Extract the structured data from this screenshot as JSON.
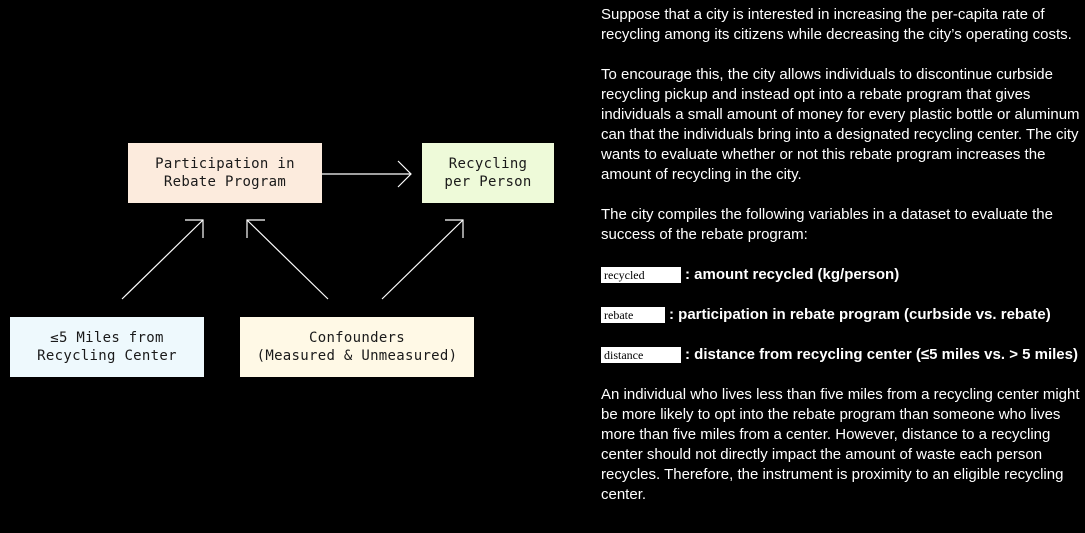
{
  "diagram": {
    "nodes": {
      "rebate": [
        "Participation in",
        "Rebate Program"
      ],
      "recycling": [
        "Recycling",
        "per Person"
      ],
      "distance": [
        "≤5 Miles from",
        "Recycling Center"
      ],
      "confounders": [
        "Confounders",
        "(Measured & Unmeasured)"
      ]
    },
    "edges": [
      {
        "from": "rebate",
        "to": "recycling"
      },
      {
        "from": "distance",
        "to": "rebate"
      },
      {
        "from": "confounders",
        "to": "rebate"
      },
      {
        "from": "confounders",
        "to": "recycling"
      }
    ]
  },
  "text": {
    "p1": "Suppose that a city is interested in increasing the per-capita rate of recycling among its citizens while decreasing the city’s operating costs.",
    "p2": "To encourage this, the city allows individuals to discontinue curbside recycling pickup and instead opt into a rebate program that gives individuals a small amount of money for every plastic bottle or aluminum can that the individuals bring into a designated recycling center. The city wants to evaluate whether or not this rebate program increases the amount of recycling in the city.",
    "p3": "The city compiles the following variables in a dataset to evaluate the success of the rebate program:",
    "variables": [
      {
        "name": "recycled",
        "desc": ": amount recycled (kg/person)"
      },
      {
        "name": "rebate",
        "desc": ": participation in rebate program (curbside vs. rebate)"
      },
      {
        "name": "distance",
        "desc": ": distance from recycling center (≤5 miles vs. > 5 miles)"
      }
    ],
    "p4": "An individual who lives less than five miles from a recycling center might be more likely to opt into the rebate program than someone who lives more than five miles from a center. However, distance to a recycling center should not directly impact the amount of waste each person recycles. Therefore, the instrument is proximity to an eligible recycling center."
  }
}
